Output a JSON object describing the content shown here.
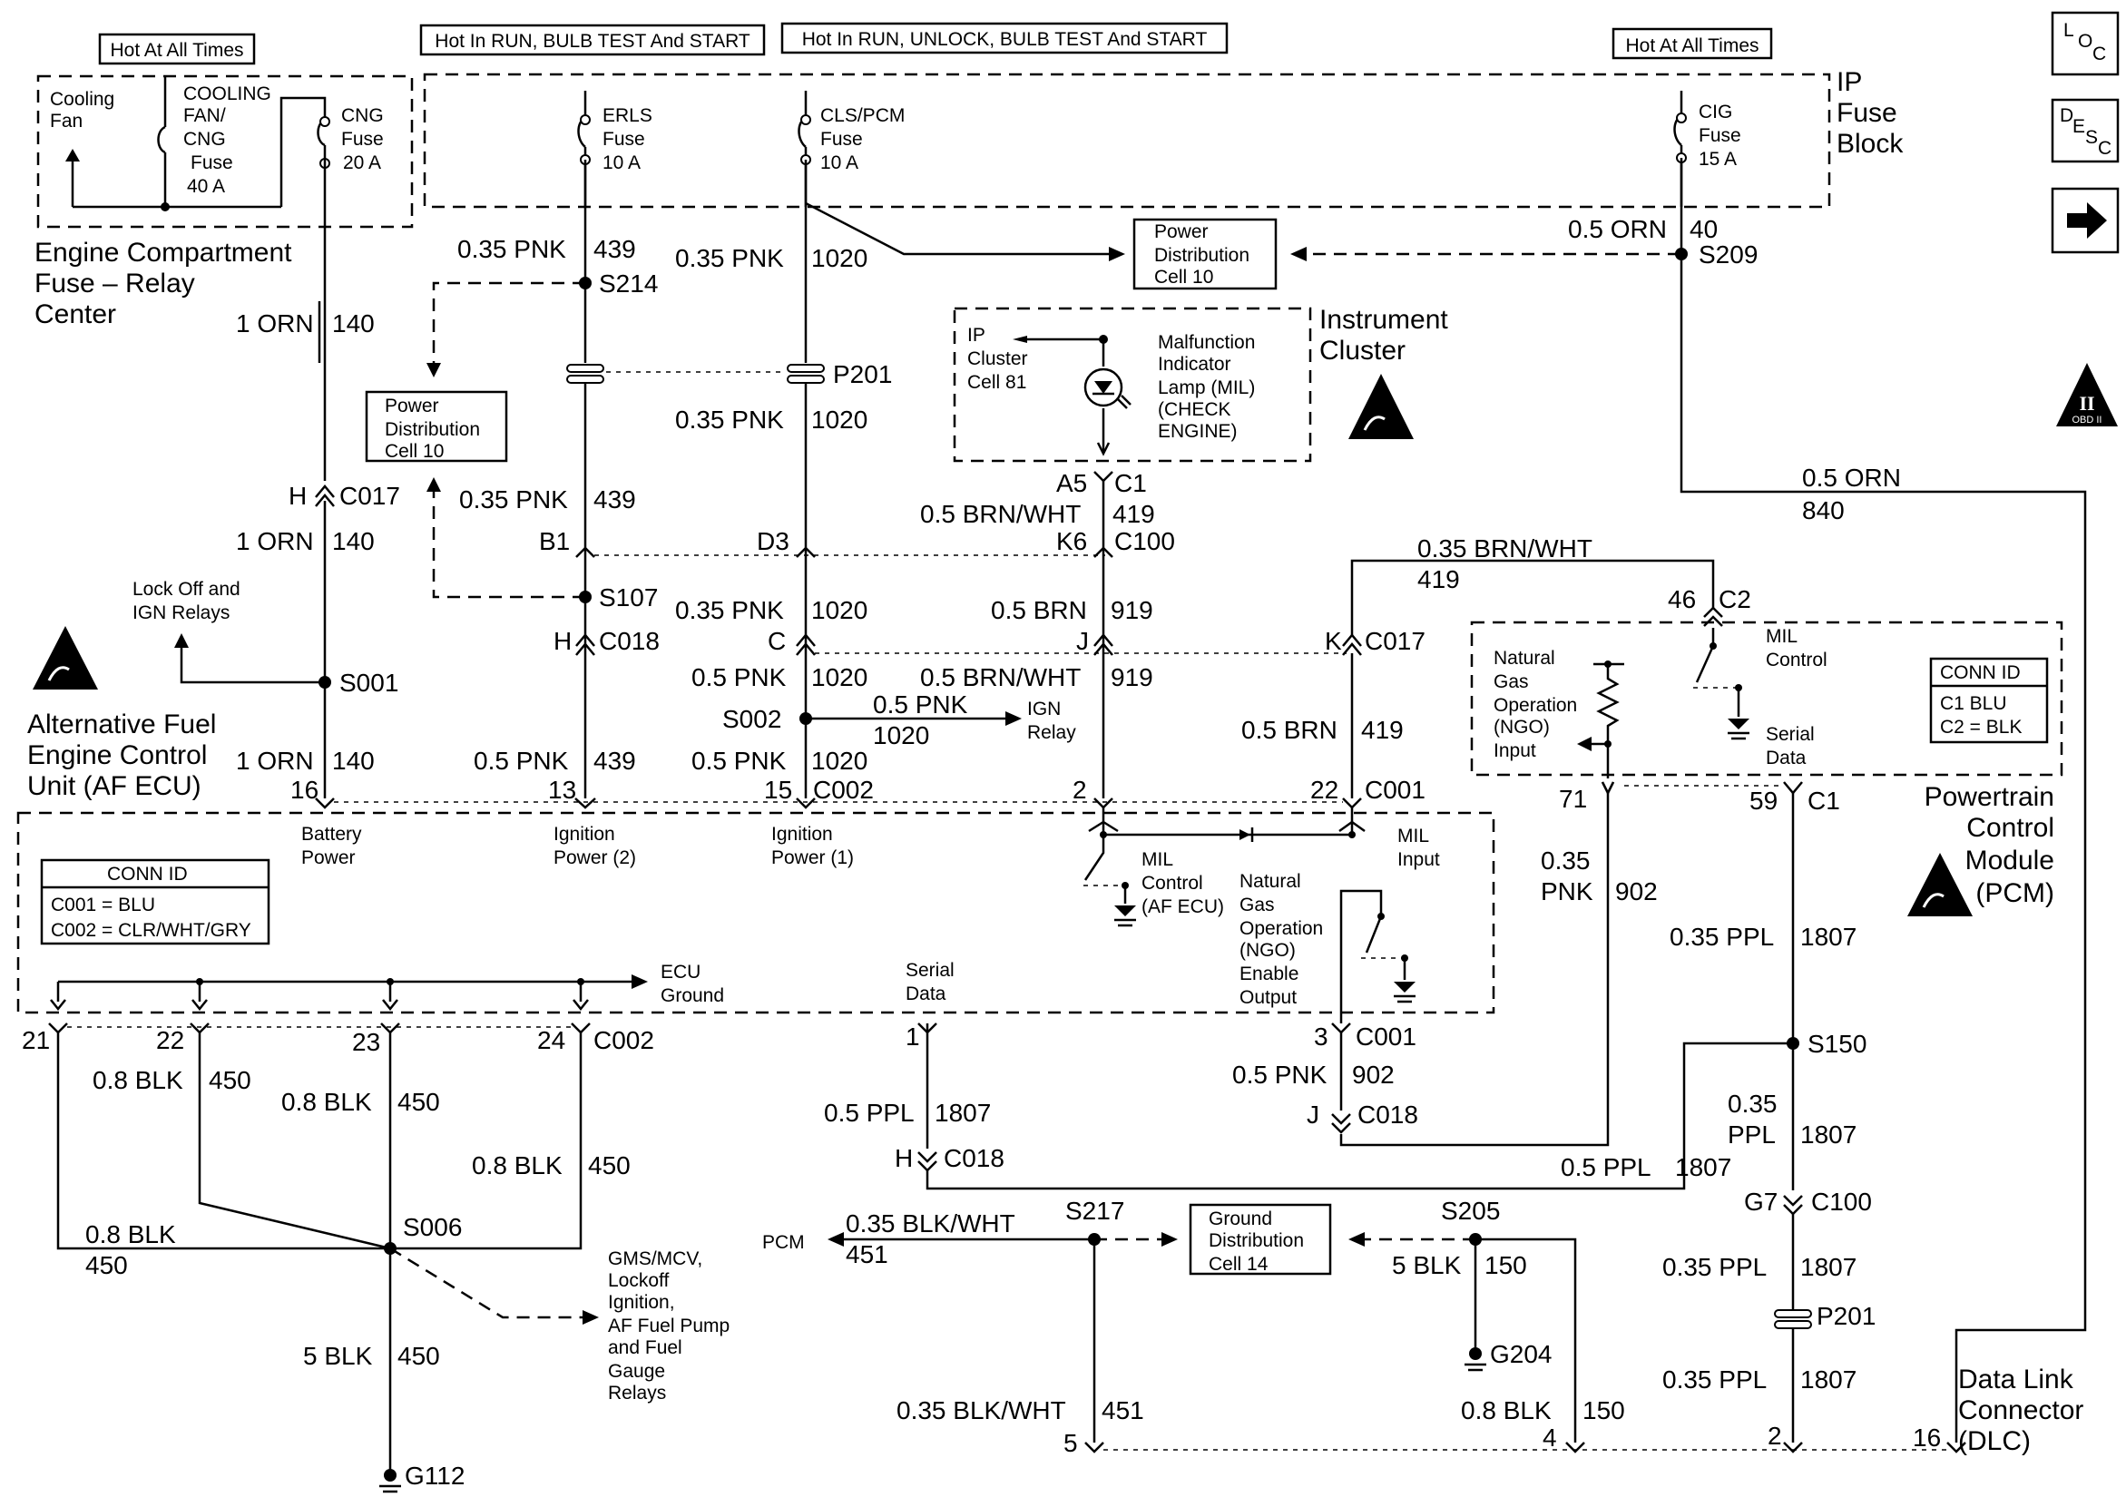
{
  "power_headers": [
    "Hot At All Times",
    "Hot In RUN, BULB TEST And START",
    "Hot In RUN, UNLOCK, BULB TEST And START",
    "Hot At All Times"
  ],
  "nav_icons": {
    "loc": "location-icon",
    "desc": "description-icon",
    "next": "right-arrow-icon"
  },
  "fuse_blocks": {
    "engine": [
      "Engine Compartment",
      "Fuse – Relay",
      "Center"
    ],
    "ip": [
      "IP",
      "Fuse",
      "Block"
    ]
  },
  "fuses": {
    "cooling_fan_label": [
      "Cooling",
      "Fan"
    ],
    "cooling": [
      "COOLING",
      "FAN/",
      "CNG",
      "Fuse",
      "40 A"
    ],
    "cng": [
      "CNG",
      "Fuse",
      "20 A"
    ],
    "erls": [
      "ERLS",
      "Fuse",
      "10 A"
    ],
    "cls": [
      "CLS/PCM",
      "Fuse",
      "10 A"
    ],
    "cig": [
      "CIG",
      "Fuse",
      "15 A"
    ]
  },
  "refs": {
    "pd_right": [
      "Power",
      "Distribution",
      "Cell 10"
    ],
    "pd_left": [
      "Power",
      "Distribution",
      "Cell 10"
    ],
    "ground_dist": [
      "Ground",
      "Distribution",
      "Cell 14"
    ],
    "ip_cluster": [
      "IP",
      "Cluster",
      "Cell 81"
    ],
    "mil": [
      "Malfunction",
      "Indicator",
      "Lamp (MIL)",
      "(CHECK",
      "ENGINE)"
    ],
    "instrument_cluster": [
      "Instrument",
      "Cluster"
    ],
    "lock_relays": [
      "Lock    Off and",
      "IGN Relays"
    ],
    "ign_relay": [
      "IGN",
      "Relay"
    ],
    "gms_relays": [
      "GMS/MCV,",
      "Lockoff",
      "Ignition,",
      "AF Fuel Pump",
      "and Fuel",
      "Gauge",
      "Relays"
    ],
    "pcm_arrow": "PCM"
  },
  "wires": {
    "w439": [
      "0.35 PNK",
      "439"
    ],
    "w1020a": [
      "0.35 PNK",
      "1020"
    ],
    "w40": [
      "0.5 ORN",
      "40"
    ],
    "w140a": [
      "1 ORN",
      "140"
    ],
    "w1020b": [
      "0.35 PNK",
      "1020"
    ],
    "w439b": [
      "0.35 PNK",
      "439"
    ],
    "w140b": [
      "1 ORN",
      "140"
    ],
    "w419a": [
      "0.5 BRN/WHT",
      "419"
    ],
    "w840": [
      "0.5 ORN",
      "840"
    ],
    "w1020c": [
      "0.35 PNK",
      "1020"
    ],
    "w919a": [
      "0.5 BRN",
      "919"
    ],
    "w419b": [
      "0.35 BRN/WHT",
      "419"
    ],
    "w1020d": [
      "0.5 PNK",
      "1020"
    ],
    "w919b": [
      "0.5 BRN/WHT",
      "919"
    ],
    "w1020e": [
      "0.5 PNK",
      "1020"
    ],
    "w419c": [
      "0.5 BRN",
      "419"
    ],
    "w140c": [
      "1 ORN",
      "140"
    ],
    "w439c": [
      "0.5 PNK",
      "439"
    ],
    "w1020f": [
      "0.5 PNK",
      "1020"
    ],
    "w902a": [
      "0.35",
      "PNK",
      "902"
    ],
    "w1807a": [
      "0.35 PPL",
      "1807"
    ],
    "w450a": [
      "0.8 BLK",
      "450"
    ],
    "w450b": [
      "0.8 BLK",
      "450"
    ],
    "w450c": [
      "0.8 BLK",
      "450"
    ],
    "w450d": [
      "0.8 BLK",
      "450"
    ],
    "w450e": [
      "5 BLK",
      "450"
    ],
    "w1807b": [
      "0.5 PPL",
      "1807"
    ],
    "w902b": [
      "0.5 PNK",
      "902"
    ],
    "w1807c": [
      "0.35",
      "PPL",
      "1807"
    ],
    "w1807d": [
      "0.5 PPL",
      "1807"
    ],
    "w451a": [
      "0.35 BLK/WHT",
      "451"
    ],
    "w150a": [
      "5 BLK",
      "150"
    ],
    "w1807e": [
      "0.35  PPL",
      "1807"
    ],
    "w1807f": [
      "0.35  PPL",
      "1807"
    ],
    "w451b": [
      "0.35 BLK/WHT",
      "451"
    ],
    "w150b": [
      "0.8 BLK",
      "150"
    ]
  },
  "splices": {
    "s214": "S214",
    "s209": "S209",
    "s107": "S107",
    "s001": "S001",
    "s002": "S002",
    "s006": "S006",
    "s217": "S217",
    "s205": "S205",
    "s150": "S150",
    "p201a": "P201",
    "p201b": "P201"
  },
  "connectors": {
    "c017a": [
      "H",
      "C017"
    ],
    "c018a": [
      "H",
      "C018"
    ],
    "b1": "B1",
    "d3": "D3",
    "c_pin": "C",
    "a5c1": [
      "A5",
      "C1"
    ],
    "k6c100": [
      "K6",
      "C100"
    ],
    "j_pin": "J",
    "k_c017": [
      "K",
      "C017"
    ],
    "c2": [
      "46",
      "C2"
    ],
    "p16": "16",
    "p13": "13",
    "p15": "15",
    "c002top": "C002",
    "p2": "2",
    "p22": "22",
    "c001top": "C001",
    "p71": "71",
    "p59": "59",
    "c1pcm": "C1",
    "p21": "21",
    "p22b": "22",
    "p23": "23",
    "p24": "24",
    "c002bot": "C002",
    "p1": "1",
    "p3": "3",
    "c001bot": "C001",
    "jc018": [
      "J",
      "C018"
    ],
    "hc018": [
      "H",
      "C018"
    ],
    "g7c100": [
      "G7",
      "C100"
    ],
    "p5": "5",
    "p4": "4",
    "p2b": "2",
    "p16b": "16"
  },
  "ecu": {
    "title": [
      "Alternative Fuel",
      "Engine Control",
      "Unit (AF ECU)"
    ],
    "battery": [
      "Battery",
      "Power"
    ],
    "ign2": [
      "Ignition",
      "Power (2)"
    ],
    "ign1": [
      "Ignition",
      "Power (1)"
    ],
    "mil_input": [
      "MIL",
      "Input"
    ],
    "mil_control": [
      "MIL",
      "Control",
      "(AF ECU)"
    ],
    "ngo": [
      "Natural",
      "Gas",
      "Operation",
      "(NGO)",
      "Enable",
      "Output"
    ],
    "serial": [
      "Serial",
      "Data"
    ],
    "ground": [
      "ECU",
      "Ground"
    ],
    "conn_title": "CONN ID",
    "conn_lines": [
      "C001 = BLU",
      "C002 = CLR/WHT/GRY"
    ]
  },
  "pcm": {
    "title": [
      "Powertrain",
      "Control",
      "Module",
      "(PCM)"
    ],
    "ngo_input": [
      "Natural",
      "Gas",
      "Operation",
      "(NGO)",
      "Input"
    ],
    "mil_control": [
      "MIL",
      "Control"
    ],
    "serial": [
      "Serial",
      "Data"
    ],
    "conn_title": "CONN ID",
    "conn_lines": [
      "C1    BLU",
      "C2 = BLK"
    ]
  },
  "grounds": {
    "g112": "G112",
    "g204": "G204"
  },
  "dlc": [
    "Data Link",
    "Connector",
    "(DLC)"
  ],
  "obd": "OBD II"
}
